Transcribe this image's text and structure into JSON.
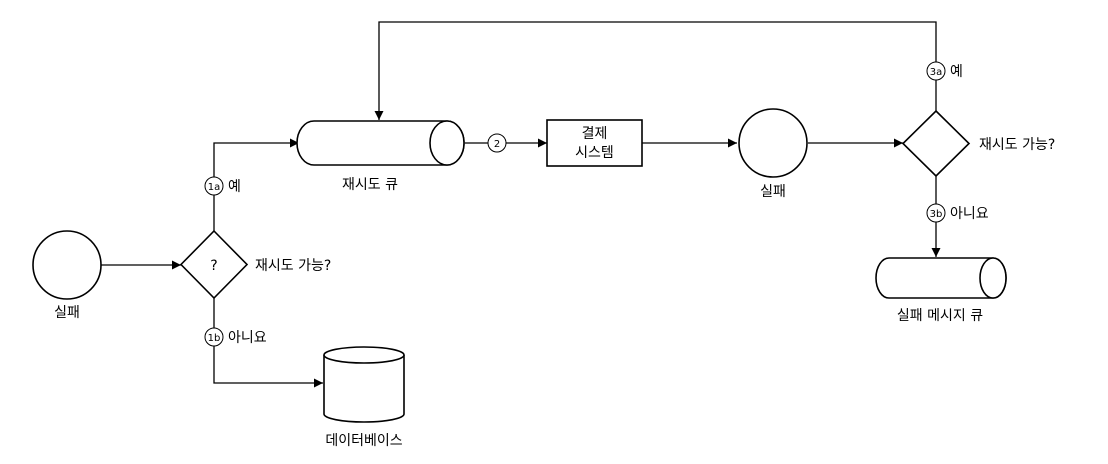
{
  "nodes": {
    "fail_start": "실패",
    "decision_left_mark": "?",
    "decision_left_label": "재시도 가능?",
    "retry_queue": "재시도 큐",
    "payment_system_line1": "결제",
    "payment_system_line2": "시스템",
    "fail_mid": "실패",
    "decision_right_label": "재시도 가능?",
    "database": "데이터베이스",
    "dead_letter_queue": "실패 메시지 큐"
  },
  "edges": {
    "e1a_num": "1a",
    "e1a_text": "예",
    "e1b_num": "1b",
    "e1b_text": "아니요",
    "e2_num": "2",
    "e3a_num": "3a",
    "e3a_text": "예",
    "e3b_num": "3b",
    "e3b_text": "아니요"
  }
}
